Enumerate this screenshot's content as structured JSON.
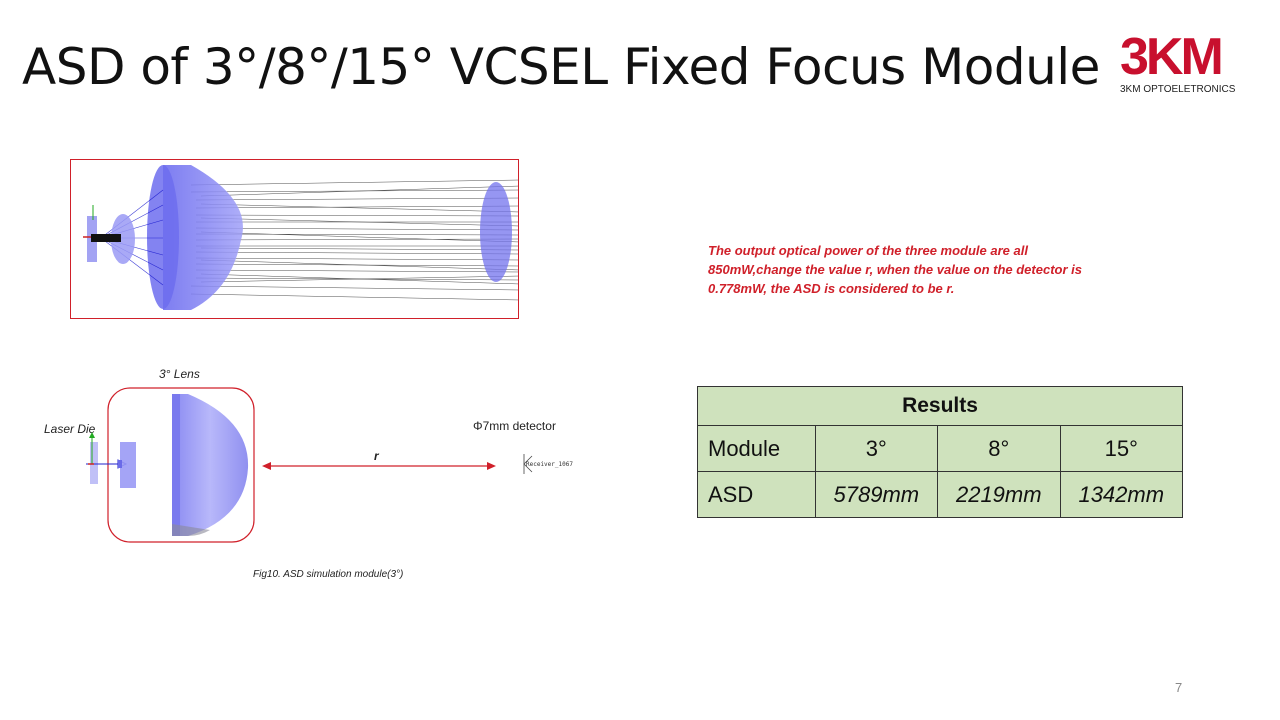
{
  "slide": {
    "title": "ASD of 3°/8°/15° VCSEL Fixed Focus Module",
    "page_number": "7"
  },
  "logo": {
    "mark": "3KM",
    "subtitle": "3KM OPTOELETRONICS",
    "color": "#c8102e"
  },
  "description": "The output optical power of the three module are all 850mW,change the value r, when the value on the detector is 0.778mW, the ASD is considered to be r.",
  "figure": {
    "lens_label": "3° Lens",
    "laser_label": "Laser Die",
    "detector_label": "Φ7mm detector",
    "distance_label": "r",
    "receiver_label": "Receiver_1067",
    "caption": "Fig10. ASD simulation module(3°)"
  },
  "results": {
    "title": "Results",
    "header_label": "Module",
    "columns": [
      "3°",
      "8°",
      "15°"
    ],
    "row_label": "ASD",
    "values": [
      "5789mm",
      "2219mm",
      "1342mm"
    ]
  },
  "colors": {
    "accent_red": "#d0202a",
    "table_fill": "#cfe2bd",
    "lens_blue": "#7f7ff2"
  }
}
